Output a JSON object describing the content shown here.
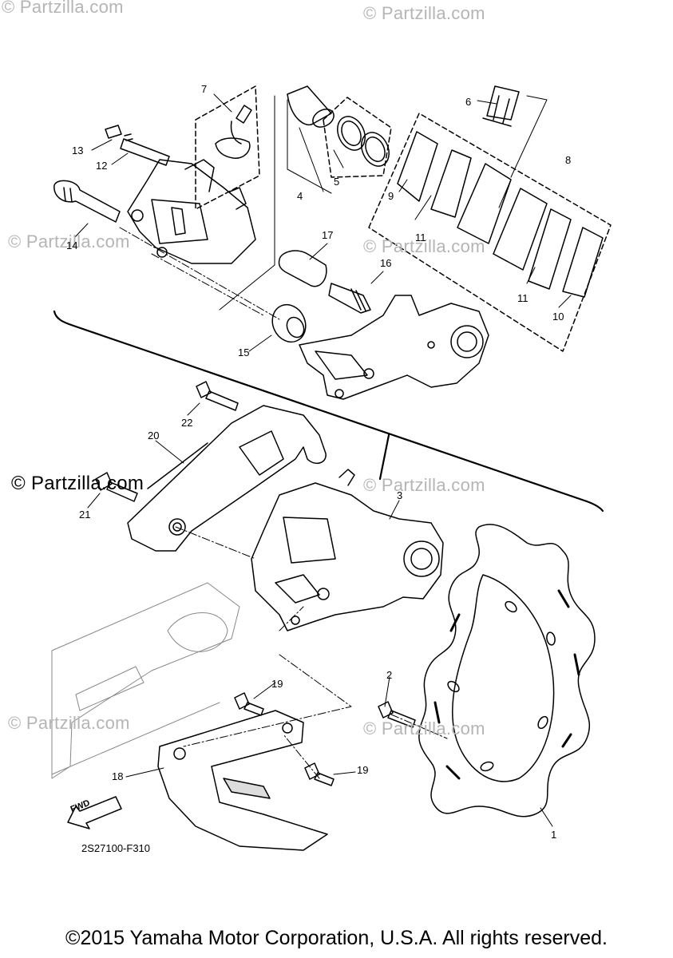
{
  "watermarks": {
    "faint": "© Partzilla.com",
    "strong": "© Partzilla.com"
  },
  "callouts": {
    "c1": "1",
    "c2": "2",
    "c3": "3",
    "c4": "4",
    "c5": "5",
    "c6": "6",
    "c7": "7",
    "c8": "8",
    "c9": "9",
    "c10": "10",
    "c11a": "11",
    "c11b": "11",
    "c12": "12",
    "c13": "13",
    "c14": "14",
    "c15": "15",
    "c16": "16",
    "c17": "17",
    "c18": "18",
    "c19a": "19",
    "c19b": "19",
    "c20": "20",
    "c21": "21",
    "c22": "22"
  },
  "fwd_label": "FWD",
  "diagram_code": "2S27100-F310",
  "copyright": "©2015 Yamaha Motor Corporation, U.S.A. All rights reserved.",
  "colors": {
    "line": "#000000",
    "watermark": "#b5b5b5",
    "background": "#ffffff"
  }
}
